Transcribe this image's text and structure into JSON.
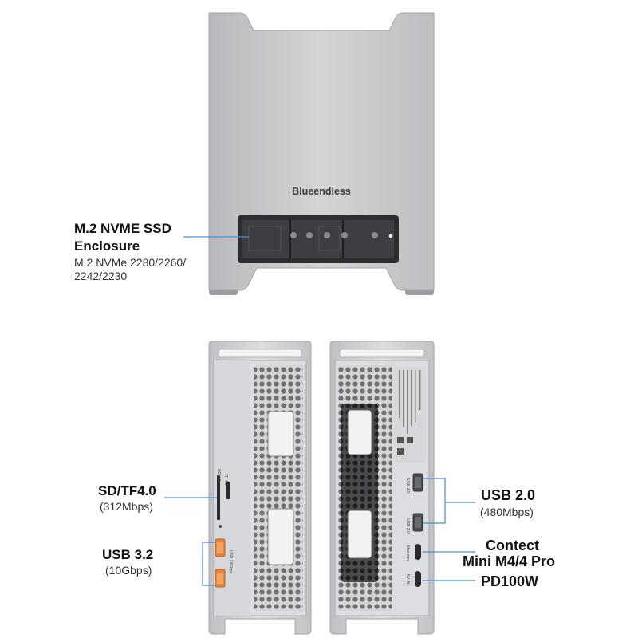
{
  "top_device": {
    "brand": "Blueendless",
    "title_line1": "M.2 NVME SSD",
    "title_line2": "Enclosure",
    "sub_line1": "M.2 NVMe 2280/2260/",
    "sub_line2": "2242/2230"
  },
  "front_ports": {
    "sd": {
      "title": "SD/TF4.0",
      "speed": "(312Mbps)",
      "label_sd": "SD 4.0",
      "label_tf": "TF 4.0"
    },
    "usb32": {
      "title": "USB 3.2",
      "speed": "(10Gbps)",
      "port_label": "USB 10Gbps"
    }
  },
  "rear_ports": {
    "usb20": {
      "title": "USB 2.0",
      "speed": "(480Mbps)",
      "port_label": "USB 2.0"
    },
    "connect": {
      "line1": "Contect",
      "line2": "Mini M4/4 Pro",
      "port_label": "Mac mini"
    },
    "pd": {
      "title": "PD100W",
      "port_label": "5V IN"
    }
  },
  "colors": {
    "accent_line": "#4a8fd8",
    "aluminum": "#c9cacc",
    "usb32_port": "#e8833a"
  }
}
